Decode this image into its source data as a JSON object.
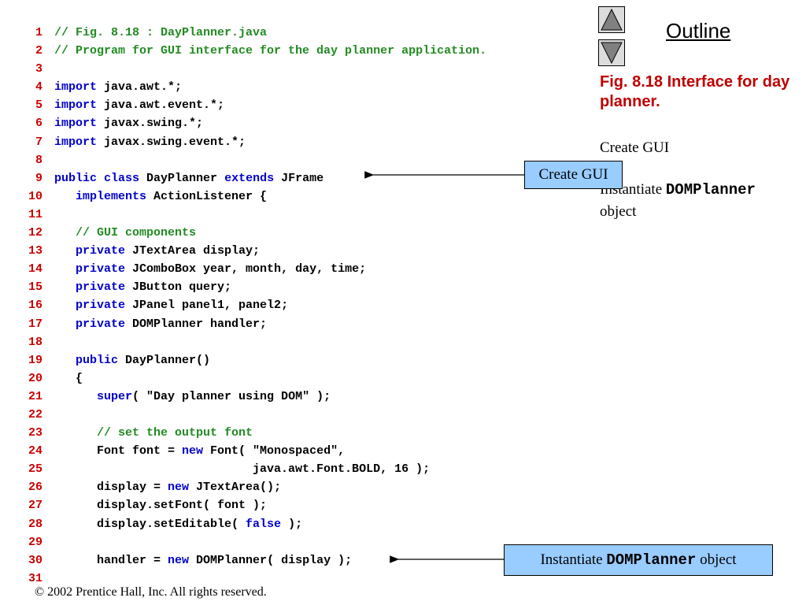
{
  "code_lines": [
    {
      "n": "1",
      "tokens": [
        {
          "t": "// Fig. 8.18 : DayPlanner.java",
          "c": "comment"
        }
      ]
    },
    {
      "n": "2",
      "tokens": [
        {
          "t": "// Program for GUI interface for the day planner application.",
          "c": "comment"
        }
      ]
    },
    {
      "n": "3",
      "tokens": []
    },
    {
      "n": "4",
      "tokens": [
        {
          "t": "import",
          "c": "keyword"
        },
        {
          "t": " java.awt.*;",
          "c": "plain"
        }
      ]
    },
    {
      "n": "5",
      "tokens": [
        {
          "t": "import",
          "c": "keyword"
        },
        {
          "t": " java.awt.event.*;",
          "c": "plain"
        }
      ]
    },
    {
      "n": "6",
      "tokens": [
        {
          "t": "import",
          "c": "keyword"
        },
        {
          "t": " javax.swing.*;",
          "c": "plain"
        }
      ]
    },
    {
      "n": "7",
      "tokens": [
        {
          "t": "import",
          "c": "keyword"
        },
        {
          "t": " javax.swing.event.*;",
          "c": "plain"
        }
      ]
    },
    {
      "n": "8",
      "tokens": []
    },
    {
      "n": "9",
      "tokens": [
        {
          "t": "public",
          "c": "keyword"
        },
        {
          "t": " ",
          "c": "plain"
        },
        {
          "t": "class",
          "c": "keyword"
        },
        {
          "t": " DayPlanner ",
          "c": "plain"
        },
        {
          "t": "extends",
          "c": "keyword"
        },
        {
          "t": " JFrame",
          "c": "plain"
        }
      ]
    },
    {
      "n": "10",
      "tokens": [
        {
          "t": "   ",
          "c": "plain"
        },
        {
          "t": "implements",
          "c": "keyword"
        },
        {
          "t": " ActionListener {",
          "c": "plain"
        }
      ]
    },
    {
      "n": "11",
      "tokens": []
    },
    {
      "n": "12",
      "tokens": [
        {
          "t": "   // GUI components",
          "c": "comment"
        }
      ]
    },
    {
      "n": "13",
      "tokens": [
        {
          "t": "   ",
          "c": "plain"
        },
        {
          "t": "private",
          "c": "keyword"
        },
        {
          "t": " JTextArea display;",
          "c": "plain"
        }
      ]
    },
    {
      "n": "14",
      "tokens": [
        {
          "t": "   ",
          "c": "plain"
        },
        {
          "t": "private",
          "c": "keyword"
        },
        {
          "t": " JComboBox year, month, day, time;",
          "c": "plain"
        }
      ]
    },
    {
      "n": "15",
      "tokens": [
        {
          "t": "   ",
          "c": "plain"
        },
        {
          "t": "private",
          "c": "keyword"
        },
        {
          "t": " JButton query;",
          "c": "plain"
        }
      ]
    },
    {
      "n": "16",
      "tokens": [
        {
          "t": "   ",
          "c": "plain"
        },
        {
          "t": "private",
          "c": "keyword"
        },
        {
          "t": " JPanel panel1, panel2;",
          "c": "plain"
        }
      ]
    },
    {
      "n": "17",
      "tokens": [
        {
          "t": "   ",
          "c": "plain"
        },
        {
          "t": "private",
          "c": "keyword"
        },
        {
          "t": " DOMPlanner handler;",
          "c": "plain"
        }
      ]
    },
    {
      "n": "18",
      "tokens": []
    },
    {
      "n": "19",
      "tokens": [
        {
          "t": "   ",
          "c": "plain"
        },
        {
          "t": "public",
          "c": "keyword"
        },
        {
          "t": " DayPlanner()",
          "c": "plain"
        }
      ]
    },
    {
      "n": "20",
      "tokens": [
        {
          "t": "   {",
          "c": "plain"
        }
      ]
    },
    {
      "n": "21",
      "tokens": [
        {
          "t": "      ",
          "c": "plain"
        },
        {
          "t": "super",
          "c": "keyword"
        },
        {
          "t": "( \"Day planner using DOM\" );",
          "c": "plain"
        }
      ]
    },
    {
      "n": "22",
      "tokens": []
    },
    {
      "n": "23",
      "tokens": [
        {
          "t": "      // set the output font",
          "c": "comment"
        }
      ]
    },
    {
      "n": "24",
      "tokens": [
        {
          "t": "      Font font = ",
          "c": "plain"
        },
        {
          "t": "new",
          "c": "keyword"
        },
        {
          "t": " Font( \"Monospaced\",",
          "c": "plain"
        }
      ]
    },
    {
      "n": "25",
      "tokens": [
        {
          "t": "                            java.awt.Font.BOLD, 16 );",
          "c": "plain"
        }
      ]
    },
    {
      "n": "26",
      "tokens": [
        {
          "t": "      display = ",
          "c": "plain"
        },
        {
          "t": "new",
          "c": "keyword"
        },
        {
          "t": " JTextArea();",
          "c": "plain"
        }
      ]
    },
    {
      "n": "27",
      "tokens": [
        {
          "t": "      display.setFont( font );",
          "c": "plain"
        }
      ]
    },
    {
      "n": "28",
      "tokens": [
        {
          "t": "      display.setEditable( ",
          "c": "plain"
        },
        {
          "t": "false",
          "c": "keyword"
        },
        {
          "t": " );",
          "c": "plain"
        }
      ]
    },
    {
      "n": "29",
      "tokens": []
    },
    {
      "n": "30",
      "tokens": [
        {
          "t": "      handler = ",
          "c": "plain"
        },
        {
          "t": "new",
          "c": "keyword"
        },
        {
          "t": " DOMPlanner( display );",
          "c": "plain"
        }
      ]
    },
    {
      "n": "31",
      "tokens": []
    }
  ],
  "sidebar": {
    "outline_title": "Outline",
    "fig_caption": "Fig. 8.18  Interface for day planner.",
    "item1": "Create GUI",
    "item2_prefix": "Instantiate ",
    "item2_code": "DOMPlanner",
    "item2_suffix": "object"
  },
  "callouts": {
    "c1": "Create GUI",
    "c2_prefix": "Instantiate ",
    "c2_code": "DOMPlanner",
    "c2_suffix": " object"
  },
  "footer": {
    "copyright": "© 2002 Prentice Hall, Inc.  All rights reserved."
  },
  "nav": {
    "up_icon": "triangle-up-icon",
    "down_icon": "triangle-down-icon"
  },
  "colors": {
    "line_number": "#cc0000",
    "comment": "#228b22",
    "keyword": "#0000cc",
    "caption": "#c00000",
    "callout_bg": "#99ccff"
  }
}
